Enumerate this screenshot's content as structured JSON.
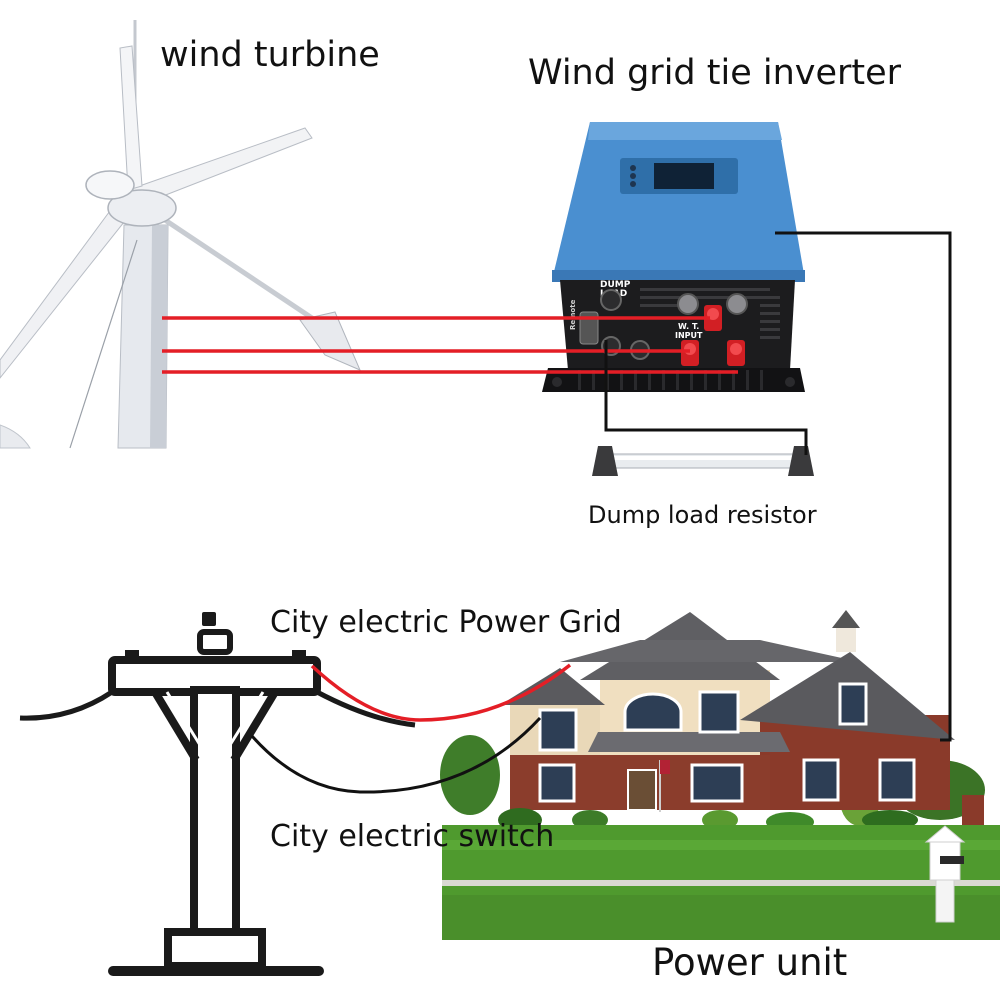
{
  "labels": {
    "wind_turbine": "wind turbine",
    "inverter": "Wind grid tie inverter",
    "dump_load_resistor": "Dump load resistor",
    "city_grid": "City electric Power Grid",
    "city_switch": "City electric switch",
    "power_unit": "Power unit"
  },
  "inverter_panel": {
    "dump_load": "DUMP\nLOAD",
    "wt_input": "W. T.\nINPUT",
    "remote": "Remote"
  },
  "colors": {
    "inverter_body": "#4a8fd0",
    "ac_wire": "#e41e26",
    "dc_line": "#111111",
    "pole": "#1a1a1a",
    "lawn": "#4f9a2e",
    "brick": "#8a3a2a",
    "roof": "#5a5a5e"
  }
}
